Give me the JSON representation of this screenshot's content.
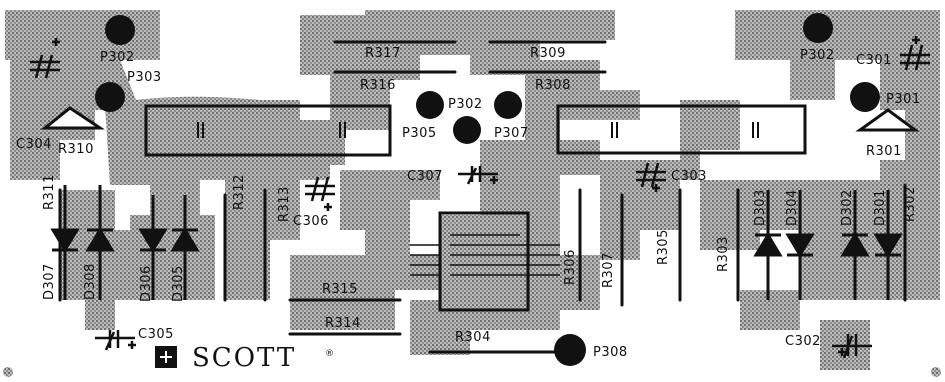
{
  "labels": {
    "r317": "R317",
    "r316": "R316",
    "r309": "R309",
    "r308": "R308",
    "r315": "R315",
    "r314": "R314",
    "r304": "R304",
    "r310": "R310",
    "r301": "R301",
    "r311": "R311",
    "r312": "R312",
    "r313": "R313",
    "r306": "R306",
    "r307": "R307",
    "r305": "R305",
    "r303": "R303",
    "r302": "R302",
    "d307": "D307",
    "d308": "D308",
    "d306": "D306",
    "d305": "D305",
    "d303": "D303",
    "d304": "D304",
    "d302": "D302",
    "d301": "D301",
    "c304": "C304",
    "c306": "C306",
    "c307": "C307",
    "c303": "C303",
    "c305": "C305",
    "c301": "C301",
    "c302": "C302",
    "p302_left": "P302",
    "p303": "P303",
    "p302_center": "P302",
    "p305": "P305",
    "p307": "P307",
    "p302_right": "P302",
    "p301": "P301",
    "p308": "P308",
    "brand": "SCOTT",
    "trademark": "®"
  }
}
